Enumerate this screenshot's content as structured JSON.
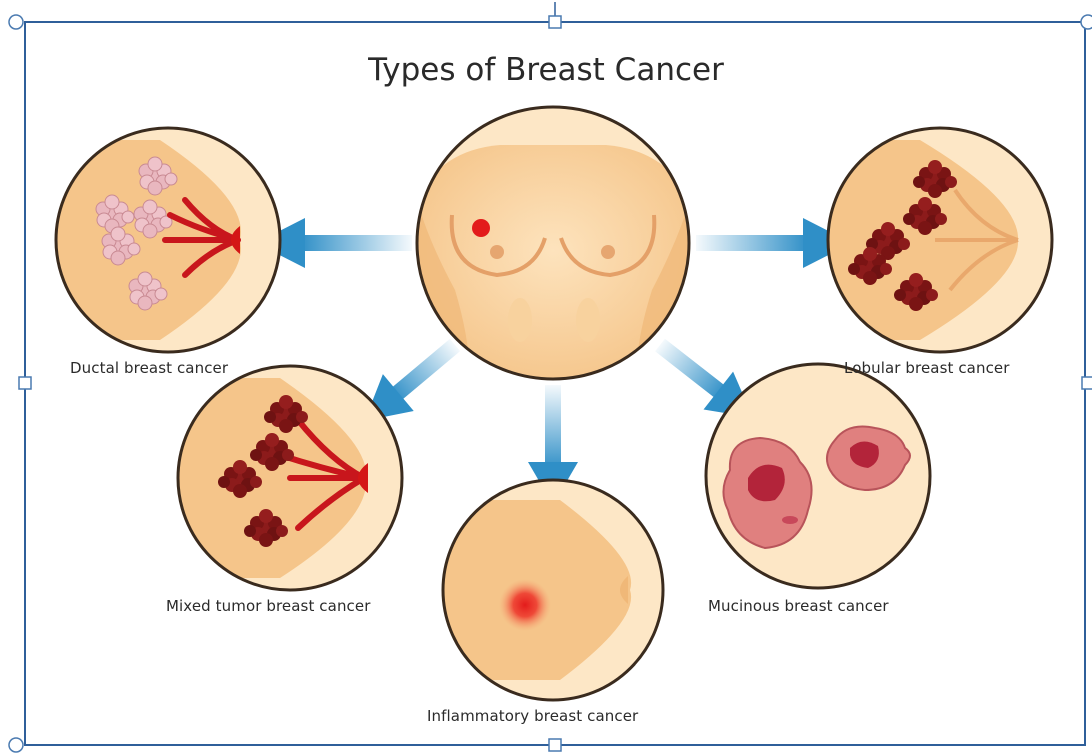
{
  "title": "Types of Breast Cancer",
  "labels": {
    "ductal": "Ductal breast cancer",
    "lobular": "Lobular breast cancer",
    "mixed": "Mixed tumor breast cancer",
    "mucinous": "Mucinous breast cancer",
    "inflammatory": "Inflammatory breast cancer"
  },
  "colors": {
    "frame": "#2f5f9a",
    "skin": "#fbd9a8",
    "skin_dark": "#e9a86c",
    "circle_border": "#3a2b1e",
    "arrow": "#2f8fc7",
    "tumor": "#e31b1b",
    "lobule": "#7a1616",
    "lobule_light": "#e8b4bc"
  },
  "icons": [
    "ductal-illustration",
    "lobular-illustration",
    "mixed-illustration",
    "mucinous-illustration",
    "inflammatory-illustration",
    "torso-illustration"
  ]
}
